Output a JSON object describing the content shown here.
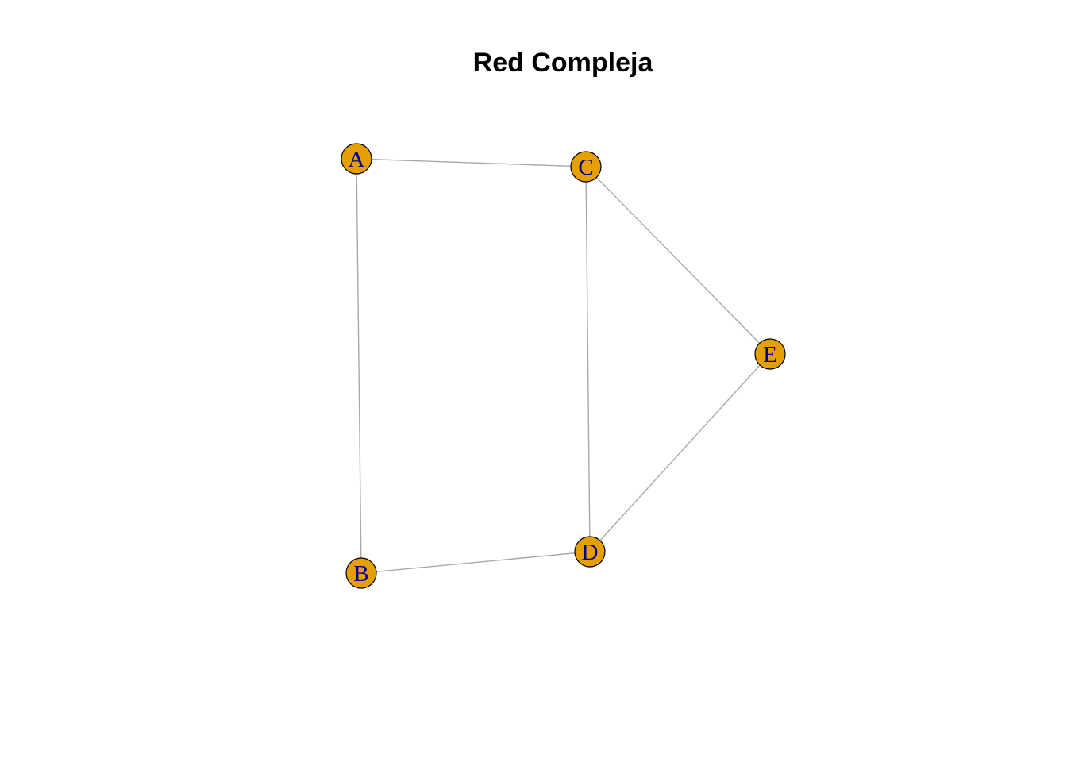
{
  "title": "Red Compleja",
  "colors": {
    "node_fill": "#E69F00",
    "node_stroke": "#000000",
    "label": "#00008B",
    "edge": "#A9A9A9",
    "background": "#FFFFFF"
  },
  "nodes": [
    {
      "id": "A",
      "label": "A"
    },
    {
      "id": "B",
      "label": "B"
    },
    {
      "id": "C",
      "label": "C"
    },
    {
      "id": "D",
      "label": "D"
    },
    {
      "id": "E",
      "label": "E"
    }
  ],
  "edges": [
    {
      "from": "A",
      "to": "C"
    },
    {
      "from": "A",
      "to": "B"
    },
    {
      "from": "C",
      "to": "D"
    },
    {
      "from": "C",
      "to": "E"
    },
    {
      "from": "B",
      "to": "D"
    },
    {
      "from": "D",
      "to": "E"
    }
  ]
}
